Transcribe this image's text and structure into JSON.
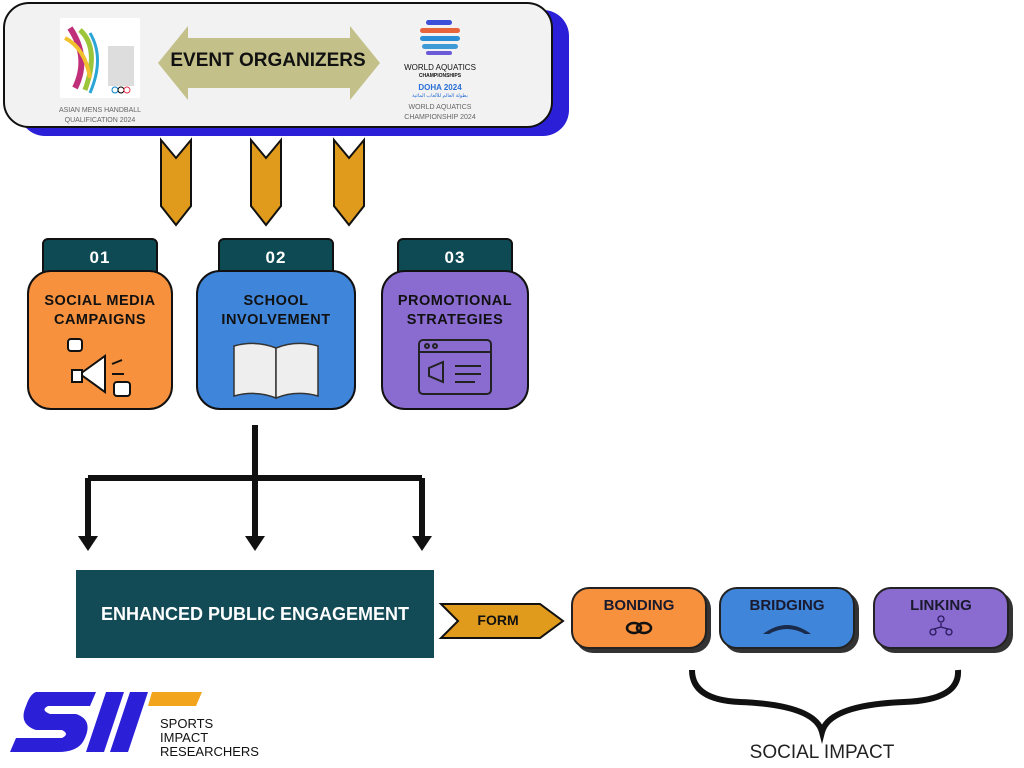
{
  "organizers": {
    "title": "EVENT ORGANIZERS",
    "left_event": {
      "caption_line1": "ASIAN MENS HANDBALL",
      "caption_line2": "QUALIFICATION 2024"
    },
    "right_event": {
      "logo_line1": "WORLD AQUATICS",
      "logo_line2": "CHAMPIONSHIPS",
      "logo_line3": "DOHA 2024",
      "logo_arabic": "بطولة العالم للألعاب المائية",
      "caption_line1": "WORLD AQUATICS",
      "caption_line2": "CHAMPIONSHIP 2024"
    }
  },
  "strategies": [
    {
      "number": "01",
      "line1": "SOCIAL MEDIA",
      "line2": "CAMPAIGNS",
      "icon": "megaphone-icon",
      "color": "#f7913d"
    },
    {
      "number": "02",
      "line1": "SCHOOL",
      "line2": "INVOLVEMENT",
      "icon": "book-icon",
      "color": "#3f85d9"
    },
    {
      "number": "03",
      "line1": "PROMOTIONAL",
      "line2": "STRATEGIES",
      "icon": "promo-window-icon",
      "color": "#8a6bd0"
    }
  ],
  "outcome": {
    "label": "ENHANCED PUBLIC ENGAGEMENT",
    "form_label": "FORM"
  },
  "social_capital": [
    {
      "label": "BONDING",
      "icon": "chain-link-icon",
      "color": "#f7913d"
    },
    {
      "label": "BRIDGING",
      "icon": "bridge-icon",
      "color": "#3f85d9"
    },
    {
      "label": "LINKING",
      "icon": "network-people-icon",
      "color": "#8a6bd0"
    }
  ],
  "social_impact_label": "SOCIAL IMPACT",
  "brand": {
    "logo_text": "SII",
    "line1": "SPORTS",
    "line2": "IMPACT",
    "line3": "RESEARCHERS"
  }
}
